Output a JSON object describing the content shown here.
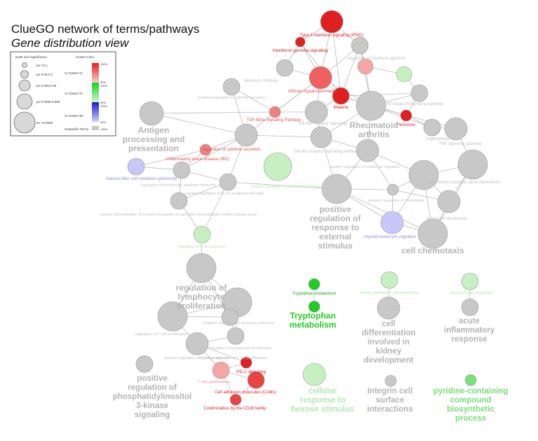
{
  "title": "ClueGO network of terms/pathways",
  "subtitle": "Gene distribution view",
  "legend": {
    "size_title": "Node size significance",
    "size_items": [
      "pV >0.1",
      "pV 0.05-0.1",
      "pV 0.005-0.05",
      "pV 0.0005-0.005",
      "pV <0.0005"
    ],
    "color_title": "Cluster Color",
    "color_items": [
      {
        "label": "% Cluster #1",
        "top": "100%",
        "bottom": "50%",
        "color": "#e81c1c"
      },
      {
        "label": "% Cluster #2",
        "top": "100%",
        "bottom": "50%",
        "color": "#1ad11a"
      },
      {
        "label": "% Cluster #N",
        "top": "100%",
        "bottom": "50%",
        "color": "#1a1ad1"
      }
    ],
    "unspecific": {
      "label": "Unspecific Terms",
      "pct": "<50%",
      "color": "#c8c8c8"
    }
  },
  "colors": {
    "red": "#e02020",
    "light_red": "#f4a6a6",
    "green": "#22cc22",
    "light_green": "#c7f0c2",
    "blue_light": "#c8c8f8",
    "gray": "#c8c8c8",
    "label_gray": "#b4b4b4"
  },
  "labels": {
    "type2_ifn": "Type II interferon signaling (IFNG)",
    "ifng_pathway": "Interferon gamma signaling",
    "regulation_ifng": "regulation of interferon-gamma",
    "selenium": "Selenium Pathway",
    "african_tryp": "African trypanosomiasis",
    "malaria": "Malaria",
    "tnf_kappa": "TNF-kappa B signaling pathway",
    "pertussis": "Pertussis",
    "rheumatoid": "Rheumatoid arthritis",
    "legionellosis": "Legionellosis",
    "tnf_signaling": "TNF signaling pathway",
    "tgf_beta": "TGF-Beta Signaling Pathway",
    "pos_reg_cytokine": "positive regulation of cytokine secretion",
    "antigen": "Antigen processing and presentation",
    "toll_like": "Toll-like receptor signaling",
    "toll_like_pathway": "Toll-like receptor signaling pathway",
    "reg_cytokine_secretion": "regulation of cytokine secretion",
    "ibd": "Inflammatory bowel disease (IBD)",
    "nk_cell": "Natural killer cell mediated cytotoxicity",
    "reg_lymph_immunity": "regulation of lymphocyte mediated immunity",
    "pos_reg_bcell": "positive regulation of B cell mediated immunity",
    "somatic_div": "somatic diversification of immune receptors via germline recombination within a single locus",
    "pos_leuk_migration": "positive regulation of leukocyte migration",
    "pos_response_external": "positive regulation of response to external stimulus",
    "chemokine_receptors": "Chemokine receptors bind chemokines",
    "pos_reg_chemotaxis": "positive regulation of chemotaxis",
    "neutrophil_chemotaxis": "neutrophil chemotaxis",
    "myeloid_migration": "myeloid leukocyte migration",
    "cell_chemotaxis": "cell chemotaxis",
    "reg_t_activation": "regulation of T cell activation",
    "reg_lymph_prolif": "regulation of lymphocyte proliferation",
    "neg_reg_leuk_adhesion": "negative regulation of leukocyte adhesion",
    "neg_reg_lymph_prolif": "negative regulation of lymphocyte proliferation",
    "reg_t_prolif": "regulation of T cell proliferation",
    "pos_reg_t_prolif": "positive regulation of T cell proliferation",
    "neg_reg_t_prolif": "negative regulation of T cell proliferation",
    "pd1": "PD-1 signaling",
    "t_cell_costim": "T cell costimulation",
    "cams": "Cell adhesion molecules (CAMs)",
    "cd28": "Costimulation by the CD28 family",
    "pos_reg_pi3k": "positive regulation of phosphatidylinositol 3-kinase signaling",
    "tryptophan_met": "Tryptophan metabolism",
    "tryptophan_big": "Tryptophan metabolism",
    "cell_diff_kidney": "cell differentiation involved in kidney development",
    "kidney_epithelium": "kidney epithelium development",
    "acute_inflammatory": "acute inflammatory response",
    "acute_phase": "acute-phase response",
    "cellular_hexose": "cellular response to hexose stimulus",
    "integrin": "Integrin cell surface interactions",
    "pyridine": "pyridine-containing compound biosynthetic process",
    "pathway_leuk": "positive regulation of leukocyte chemotaxis"
  }
}
